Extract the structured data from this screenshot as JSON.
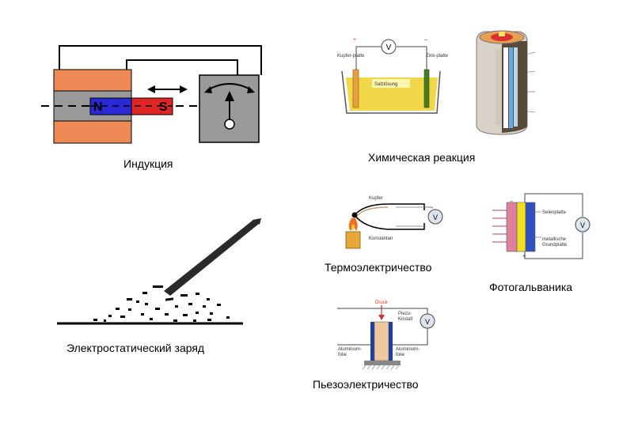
{
  "induction": {
    "caption": "Индукция",
    "magnet_n": "N",
    "magnet_s": "S",
    "colors": {
      "coil": "#ee8a55",
      "core": "#999999",
      "north": "#2929d6",
      "south": "#e02525",
      "meter": "#9a9a9a"
    }
  },
  "chemical": {
    "caption": "Химическая реакция",
    "meter": "V",
    "plus": "+",
    "minus": "–",
    "left_electrode": "Kupfer-platte",
    "right_electrode": "Zink-platte",
    "solution": "Salzlösung",
    "colors": {
      "liquid": "#f2d848",
      "copper": "#e8a040",
      "zinc": "#4a7a20"
    }
  },
  "electrostatic": {
    "caption": "Электростатический заряд"
  },
  "thermo": {
    "caption": "Термоэлектричество",
    "meter": "V",
    "top_wire": "Kupfer",
    "bottom_wire": "Konstantan"
  },
  "photo": {
    "caption": "Фотогальваника",
    "meter": "V",
    "label_top": "Selenplatte",
    "label_bottom": "metallische Grundplatte",
    "minus": "–",
    "plus": "+",
    "colors": {
      "front": "#e080a0",
      "selen": "#f2e020",
      "base": "#3050c0"
    }
  },
  "piezo": {
    "caption": "Пьезоэлектричество",
    "meter": "V",
    "force": "Druck",
    "crystal": "Piezo-Kristall",
    "left_foil": "Aluminium-folie",
    "right_foil": "Aluminium-folie",
    "colors": {
      "crystal": "#f0c8a0",
      "foil": "#2040a0",
      "arrow": "#d03030"
    }
  }
}
